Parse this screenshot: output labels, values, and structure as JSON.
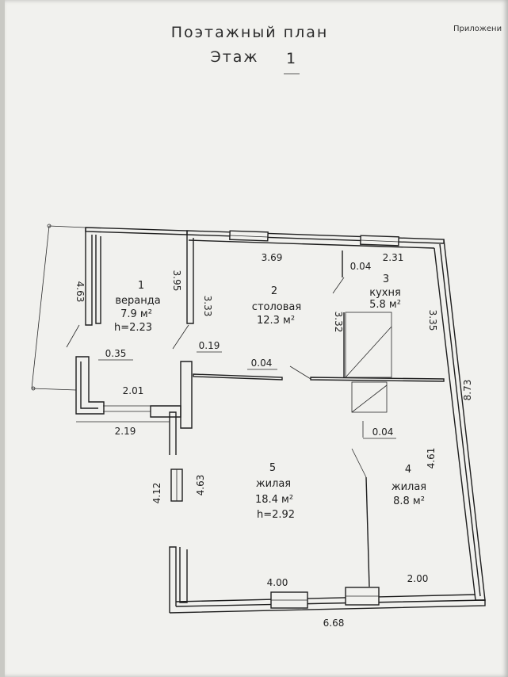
{
  "sheet": {
    "title_line1": "Поэтажный план",
    "title_line2": "Этаж",
    "floor_number": "1",
    "corner_label": "Приложени"
  },
  "rooms": [
    {
      "number": "1",
      "name": "веранда",
      "area": "7.9 м²",
      "height": "h=2.23"
    },
    {
      "number": "2",
      "name": "столовая",
      "area": "12.3 м²"
    },
    {
      "number": "3",
      "name": "кухня",
      "area": "5.8 м²"
    },
    {
      "number": "4",
      "name": "жилая",
      "area": "8.8 м²"
    },
    {
      "number": "5",
      "name": "жилая",
      "area": "18.4 м²",
      "height": "h=2.92"
    }
  ],
  "dimensions": {
    "dining_width": "3.69",
    "kitchen_width": "2.31",
    "kitchen_gap": "0.04",
    "veranda_depth": "4.63",
    "veranda_wall": "3.95",
    "dining_left_wall": "3.33",
    "kitchen_left_wall": "3.32",
    "kitchen_right_wall": "3.35",
    "total_depth": "8.73",
    "veranda_small_wall": "0.35",
    "partition_width": "0.19",
    "partition_gap": "0.04",
    "veranda_inner_width": "2.01",
    "veranda_outer_width": "2.19",
    "living4_gap": "0.04",
    "living4_depth": "4.61",
    "living5_outer_depth": "4.12",
    "living5_inner_depth": "4.63",
    "living5_width": "4.00",
    "living4_width": "2.00",
    "total_width": "6.68"
  }
}
